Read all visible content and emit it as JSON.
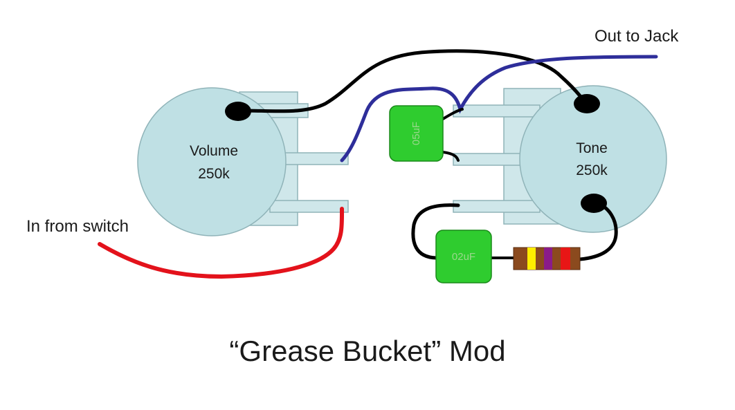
{
  "title": "“Grease Bucket” Mod",
  "labels": {
    "out_to_jack": "Out to Jack",
    "in_from_switch": "In from switch"
  },
  "pots": {
    "volume": {
      "name": "Volume",
      "value": "250k"
    },
    "tone": {
      "name": "Tone",
      "value": "250k"
    }
  },
  "capacitors": {
    "cap1": "05uF",
    "cap2": "02uF"
  },
  "colors": {
    "pot_fill": "#bfe0e4",
    "lug_fill": "#cfe7ea",
    "cap_fill": "#2fcc2f",
    "wire_black": "#000000",
    "wire_blue": "#2e2e9a",
    "wire_red": "#e3121b",
    "resistor_body": "#8b4a1e",
    "band_yellow": "#ffee00",
    "band_purple": "#8a1b8a",
    "band_red": "#e81616"
  }
}
